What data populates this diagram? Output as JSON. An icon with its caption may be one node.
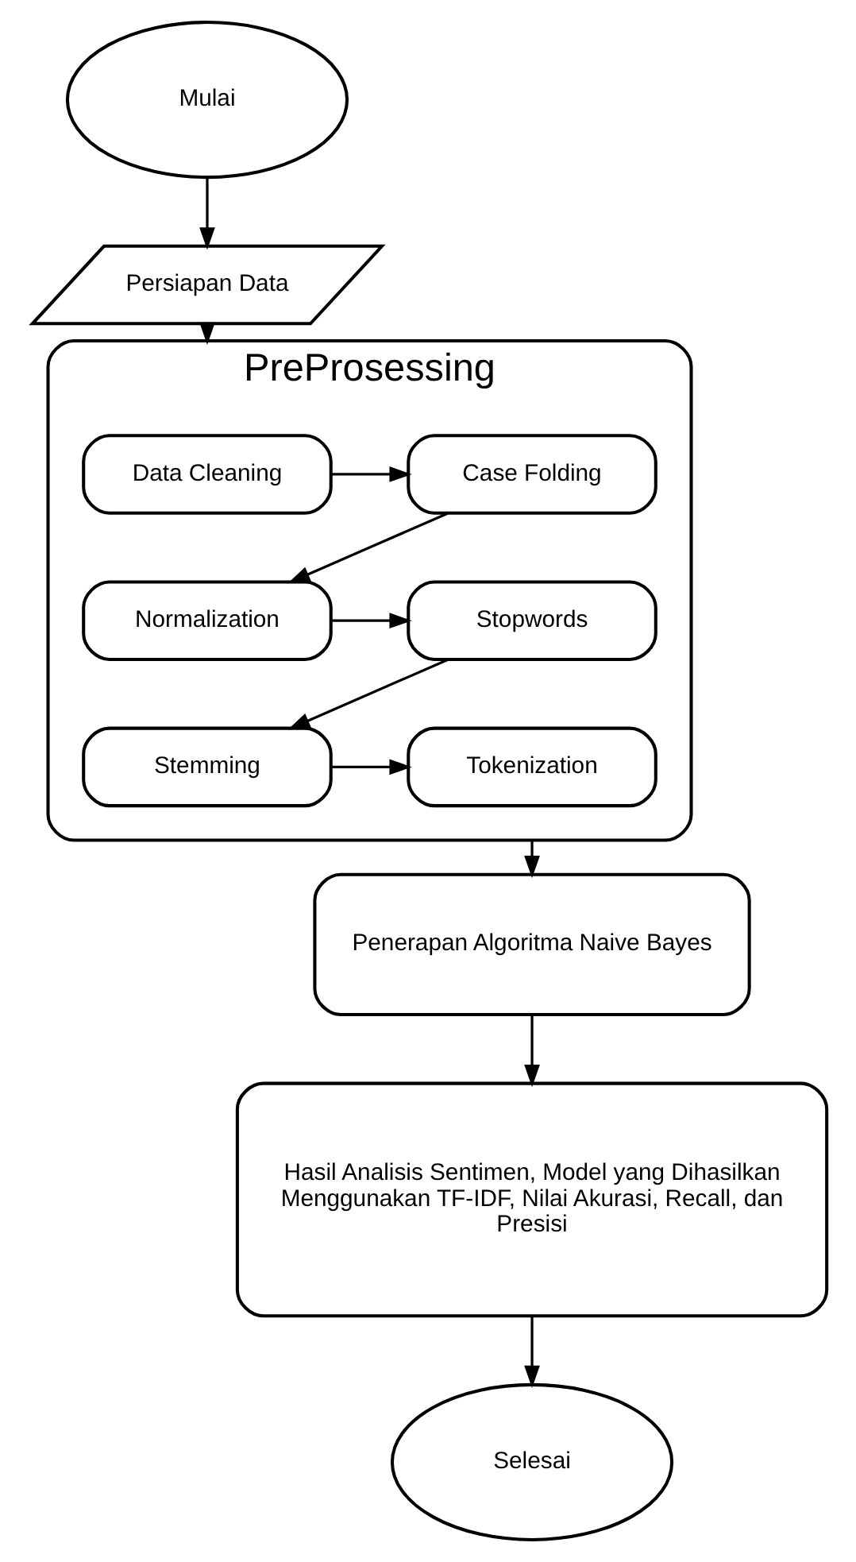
{
  "diagram": {
    "nodes": [
      {
        "text": [
          "Mulai"
        ]
      },
      {
        "text": [
          "Persiapan Data"
        ]
      },
      {
        "text": [
          "PreProsessing"
        ]
      },
      {
        "text": [
          "Data Cleaning"
        ],
        "in": 2
      },
      {
        "text": [
          "Case Folding"
        ],
        "in": 2
      },
      {
        "text": [
          "Stopwords"
        ],
        "in": 2
      },
      {
        "text": [
          "Normalization"
        ],
        "in": 2
      },
      {
        "text": [
          "Stemming"
        ],
        "in": 2
      },
      {
        "text": [
          "Tokenization"
        ],
        "in": 2
      },
      {
        "text": [
          "Penerapan Algoritma Naive Bayes"
        ]
      },
      {
        "text": [
          "Hasil Analisis Sentimen, Model yang Dihasilkan Menggunakan TF-IDF, Nilai Akurasi, Recall, dan Presisi"
        ]
      },
      {
        "text": [
          "Selesai"
        ]
      }
    ],
    "edges": [
      {
        "from": 0,
        "to": 1,
        "arrow": "to"
      },
      {
        "from": 1,
        "to": 2,
        "arrow": "to"
      },
      {
        "from": 3,
        "to": 4,
        "arrow": "to"
      },
      {
        "from": 4,
        "to": 6,
        "arrow": "to"
      },
      {
        "from": 6,
        "to": 5,
        "arrow": "to"
      },
      {
        "from": 5,
        "to": 7,
        "arrow": "to"
      },
      {
        "from": 7,
        "to": 8,
        "arrow": "to"
      },
      {
        "from": 2,
        "to": 9,
        "arrow": "to"
      },
      {
        "from": 9,
        "to": 10,
        "arrow": "to"
      },
      {
        "from": 10,
        "to": 11,
        "arrow": "to"
      }
    ]
  }
}
